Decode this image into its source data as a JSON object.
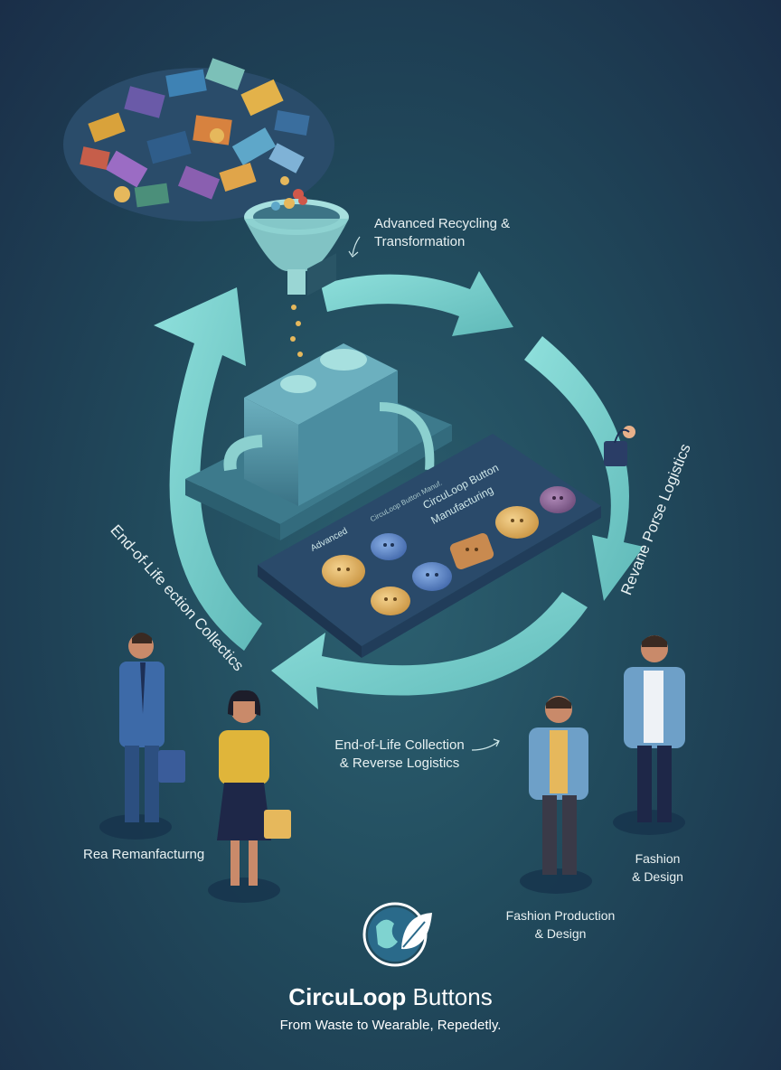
{
  "labels": {
    "recycling": "Advanced Recycling &\nTransformation",
    "reverse_logistics_arc": "Revane Porse Logistics",
    "end_of_life_arc": "End-of-Life ection Collectics",
    "collection": "End-of-Life Collection\n& Reverse Logistics",
    "remanufacturing": "Rea Remanfacturng",
    "fashion_right": "Fashion\n& Design",
    "fashion_production": "Fashion Production\n& Design",
    "machine_advanced": "Advanced",
    "machine_panel": "CircuLoop Button\nManufacturing",
    "machine_small": "CircuLoop Button Manuf."
  },
  "brand": {
    "name_bold": "CircuLoop",
    "name_rest": " Buttons",
    "tagline": "From Waste to Wearable, Repedetly.",
    "logo_icon": "globe-leaf-icon"
  },
  "colors": {
    "background": "#1f3f55",
    "arrow": "#7fd3d0",
    "machine": "#4f8ea1",
    "accent": "#e6b85c"
  }
}
